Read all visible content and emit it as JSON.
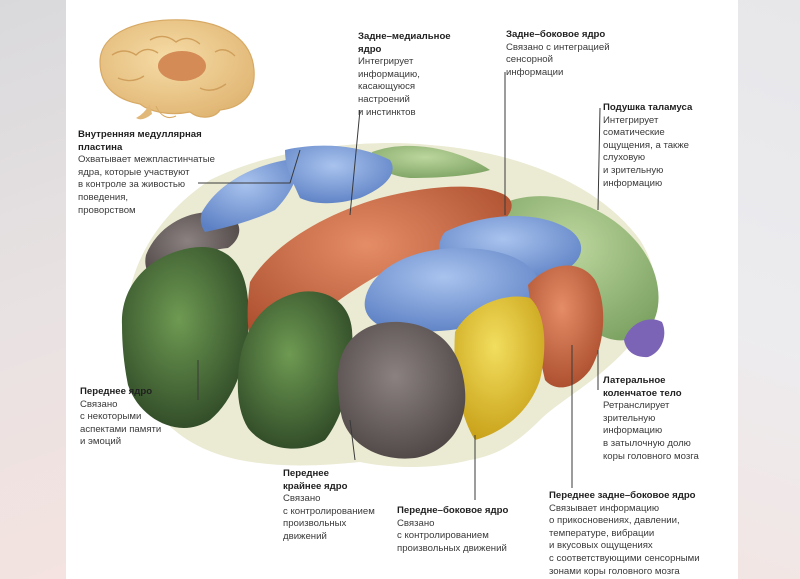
{
  "labels": {
    "internal_lamina": {
      "title": "Внутренняя медуллярная\nпластина",
      "desc": "Охватывает межпластинчатые\nядра, которые участвуют\nв контроле за живостью\nповедения,\nпроворством"
    },
    "dorsomedial": {
      "title": "Задне–медиальное\nядро",
      "desc": "Интегрирует\nинформацию,\nкасающуюся\nнастроений\nи инстинктов"
    },
    "lateral_dorsal": {
      "title": "Задне–боковое ядро",
      "desc": "Связано с интеграцией\nсенсорной\nинформации"
    },
    "pulvinar": {
      "title": "Подушка таламуса",
      "desc": "Интегрирует\nсоматические\nощущения, а также\nслуховую\nи зрительную\nинформацию"
    },
    "anterior": {
      "title": "Переднее ядро",
      "desc": "Связано\nс некоторыми\nаспектами памяти\nи эмоций"
    },
    "lateral_geniculate": {
      "title": "Латеральное\nколенчатое тело",
      "desc": "Ретранслирует\nзрительную\nинформацию\nв затылочную долю\nкоры головного мозга"
    },
    "ventral_anterior": {
      "title": "Переднее\nкрайнее ядро",
      "desc": "Связано\nс контролированием\nпроизвольных\nдвижений"
    },
    "ventral_lateral": {
      "title": "Передне–боковое ядро",
      "desc": "Связано\nс контролированием\nпроизвольных движений"
    },
    "ventral_posterolateral": {
      "title": "Переднее задне–боковое ядро",
      "desc": "Связывает информацию\nо прикосновениях, давлении,\nтемпературе, вибрации\nи вкусовых ощущениях\nс соответствующими сенсорными\nзонами коры головного мозга"
    }
  },
  "colors": {
    "green": "#4f7a3f",
    "green_dark": "#2f4a28",
    "blue": "#7a9fd6",
    "orange": "#cc6a45",
    "gray": "#6d6463",
    "yellow": "#e1c12c",
    "light_green": "#9cbf7d",
    "purple": "#7b63b6",
    "pale": "#ecebd2",
    "brain": "#ecc98e",
    "brain_highlight": "#d88f5e"
  }
}
